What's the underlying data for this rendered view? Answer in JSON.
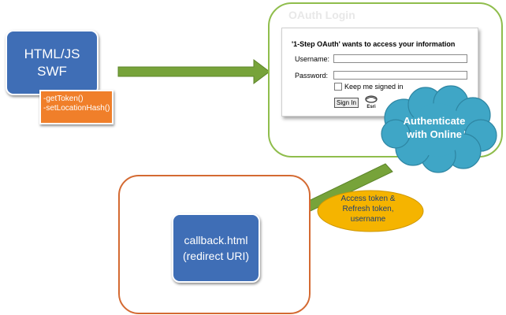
{
  "swf_box": {
    "line1": "HTML/JS",
    "line2": "SWF"
  },
  "methods": {
    "line1": "-getToken()",
    "line2": "-setLocationHash()"
  },
  "oauth": {
    "title": "OAuth Login",
    "header": "'1-Step OAuth' wants to access your information",
    "username_label": "Username:",
    "password_label": "Password:",
    "keep_signed_in": "Keep me signed in",
    "sign_in": "Sign In",
    "logo_text": "Esri"
  },
  "cloud": {
    "line1": "Authenticate",
    "line2": "with Online"
  },
  "callback": {
    "line1": "callback.html",
    "line2": "(redirect URI)"
  },
  "token": {
    "line1": "Access token &",
    "line2": "Refresh token,",
    "line3": "username"
  },
  "colors": {
    "blue_box": "#3f6eb6",
    "orange_box": "#f07f2a",
    "green_arrow": "#77a33a",
    "green_border": "#8fbd4c",
    "orange_border": "#d46a32",
    "cloud": "#3fa6c6",
    "ellipse": "#f5b400"
  }
}
